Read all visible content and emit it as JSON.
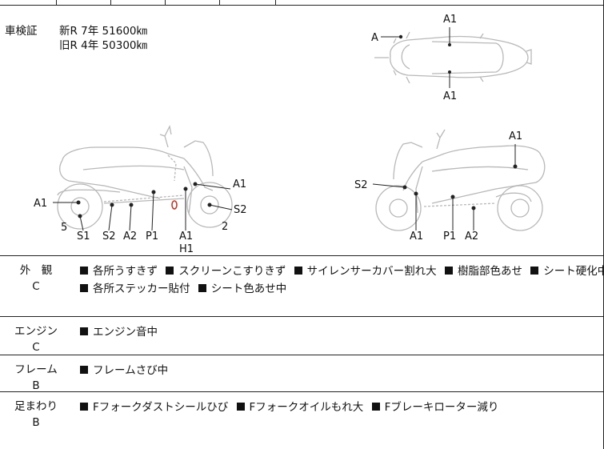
{
  "inspection": {
    "label": "車検証",
    "new_row": "新R  7年  51600㎞",
    "old_row": "旧R  4年  50300㎞"
  },
  "diagram_labels": {
    "top_view": [
      "A",
      "A1",
      "A1"
    ],
    "left_view": [
      "A1",
      "A1",
      "S2",
      "5",
      "S1",
      "S2",
      "A2",
      "P1",
      "A1",
      "H1",
      "2"
    ],
    "right_view": [
      "A1",
      "S2",
      "A1",
      "P1",
      "A2"
    ]
  },
  "conditions": [
    {
      "name": "外　観",
      "grade": "C",
      "lines": [
        [
          "各所うすきず",
          "スクリーンこすりきず",
          "サイレンサーカバー割れ大",
          "樹脂部色あせ",
          "シート硬化中"
        ],
        [
          "各所ステッカー貼付",
          "シート色あせ中"
        ]
      ]
    },
    {
      "name": "エンジン",
      "grade": "C",
      "lines": [
        [
          "エンジン音中"
        ]
      ]
    },
    {
      "name": "フレーム",
      "grade": "B",
      "lines": [
        [
          "フレームさび中"
        ]
      ]
    },
    {
      "name": "足まわり",
      "grade": "B",
      "lines": [
        [
          "Fフォークダストシールひび",
          "Fフォークオイルもれ大",
          "Fブレーキローター減り"
        ]
      ]
    }
  ],
  "colors": {
    "line": "#222222",
    "sketch": "#b8b8b8",
    "marker": "#c0392b"
  }
}
